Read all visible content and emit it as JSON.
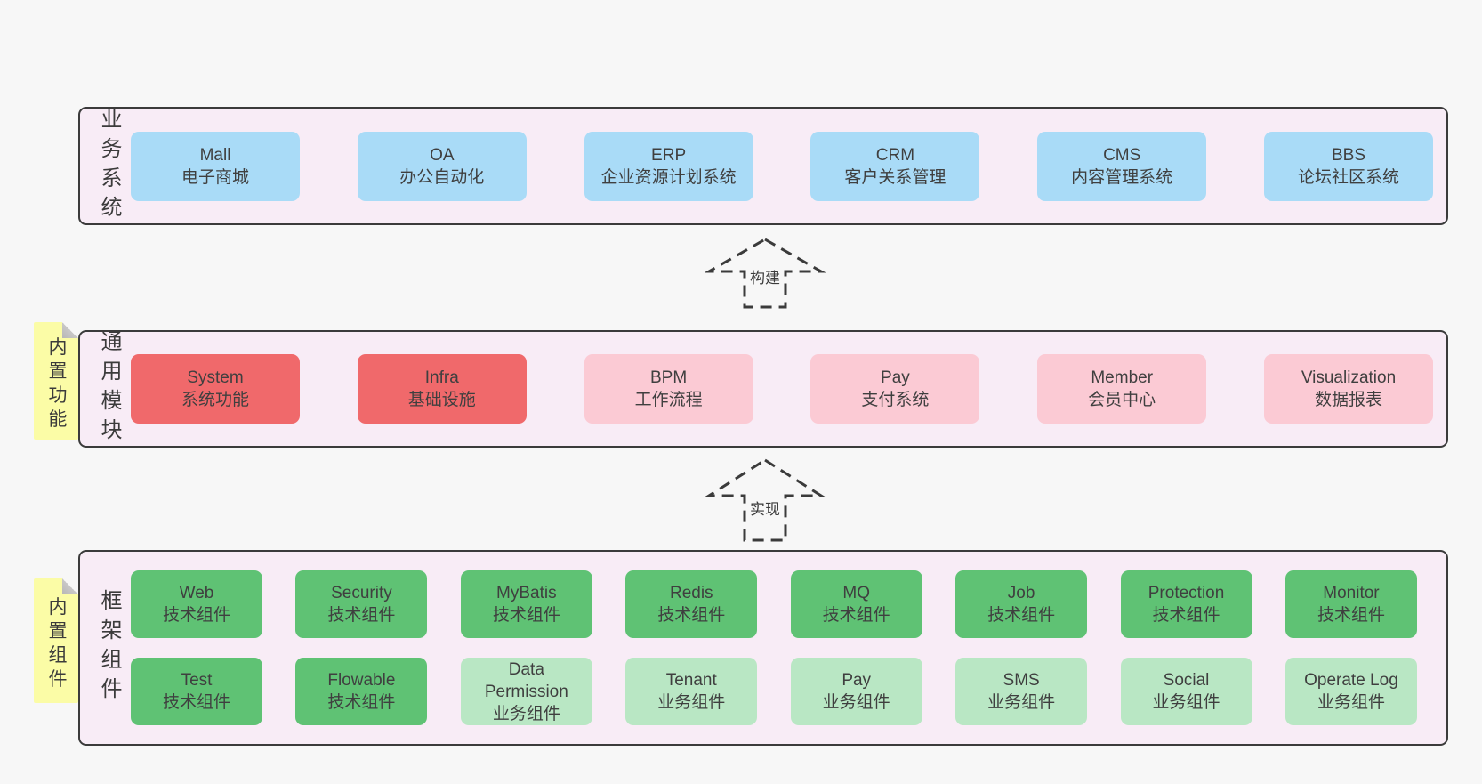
{
  "colors": {
    "page_bg": "#f7f7f7",
    "layer_bg": "#f8ecf6",
    "layer_border": "#3b3b3b",
    "box_blue": "#a9dbf7",
    "box_red": "#f0696b",
    "box_pink": "#fbcad4",
    "box_green": "#5fc274",
    "box_green_light": "#b9e7c4",
    "sticky_yellow": "#fbfca6",
    "sticky_fold_gray": "#c9c8c8",
    "text": "#3f3f3f"
  },
  "layers": [
    {
      "label": "业务系统",
      "boxes": [
        {
          "title": "Mall",
          "subtitle": "电子商城"
        },
        {
          "title": "OA",
          "subtitle": "办公自动化"
        },
        {
          "title": "ERP",
          "subtitle": "企业资源计划系统"
        },
        {
          "title": "CRM",
          "subtitle": "客户关系管理"
        },
        {
          "title": "CMS",
          "subtitle": "内容管理系统"
        },
        {
          "title": "BBS",
          "subtitle": "论坛社区系统"
        }
      ]
    },
    {
      "label": "通用模块",
      "sticky": "内置功能",
      "boxes": [
        {
          "title": "System",
          "subtitle": "系统功能"
        },
        {
          "title": "Infra",
          "subtitle": "基础设施"
        },
        {
          "title": "BPM",
          "subtitle": "工作流程"
        },
        {
          "title": "Pay",
          "subtitle": "支付系统"
        },
        {
          "title": "Member",
          "subtitle": "会员中心"
        },
        {
          "title": "Visualization",
          "subtitle": "数据报表"
        }
      ]
    },
    {
      "label": "框架组件",
      "sticky": "内置组件",
      "rows": [
        [
          {
            "title": "Web",
            "subtitle": "技术组件"
          },
          {
            "title": "Security",
            "subtitle": "技术组件"
          },
          {
            "title": "MyBatis",
            "subtitle": "技术组件"
          },
          {
            "title": "Redis",
            "subtitle": "技术组件"
          },
          {
            "title": "MQ",
            "subtitle": "技术组件"
          },
          {
            "title": "Job",
            "subtitle": "技术组件"
          },
          {
            "title": "Protection",
            "subtitle": "技术组件"
          },
          {
            "title": "Monitor",
            "subtitle": "技术组件"
          }
        ],
        [
          {
            "title": "Test",
            "subtitle": "技术组件"
          },
          {
            "title": "Flowable",
            "subtitle": "技术组件"
          },
          {
            "title": "Data Permission",
            "subtitle": "业务组件"
          },
          {
            "title": "Tenant",
            "subtitle": "业务组件"
          },
          {
            "title": "Pay",
            "subtitle": "业务组件"
          },
          {
            "title": "SMS",
            "subtitle": "业务组件"
          },
          {
            "title": "Social",
            "subtitle": "业务组件"
          },
          {
            "title": "Operate Log",
            "subtitle": "业务组件"
          }
        ]
      ]
    }
  ],
  "arrows": [
    {
      "label": "构建"
    },
    {
      "label": "实现"
    }
  ]
}
